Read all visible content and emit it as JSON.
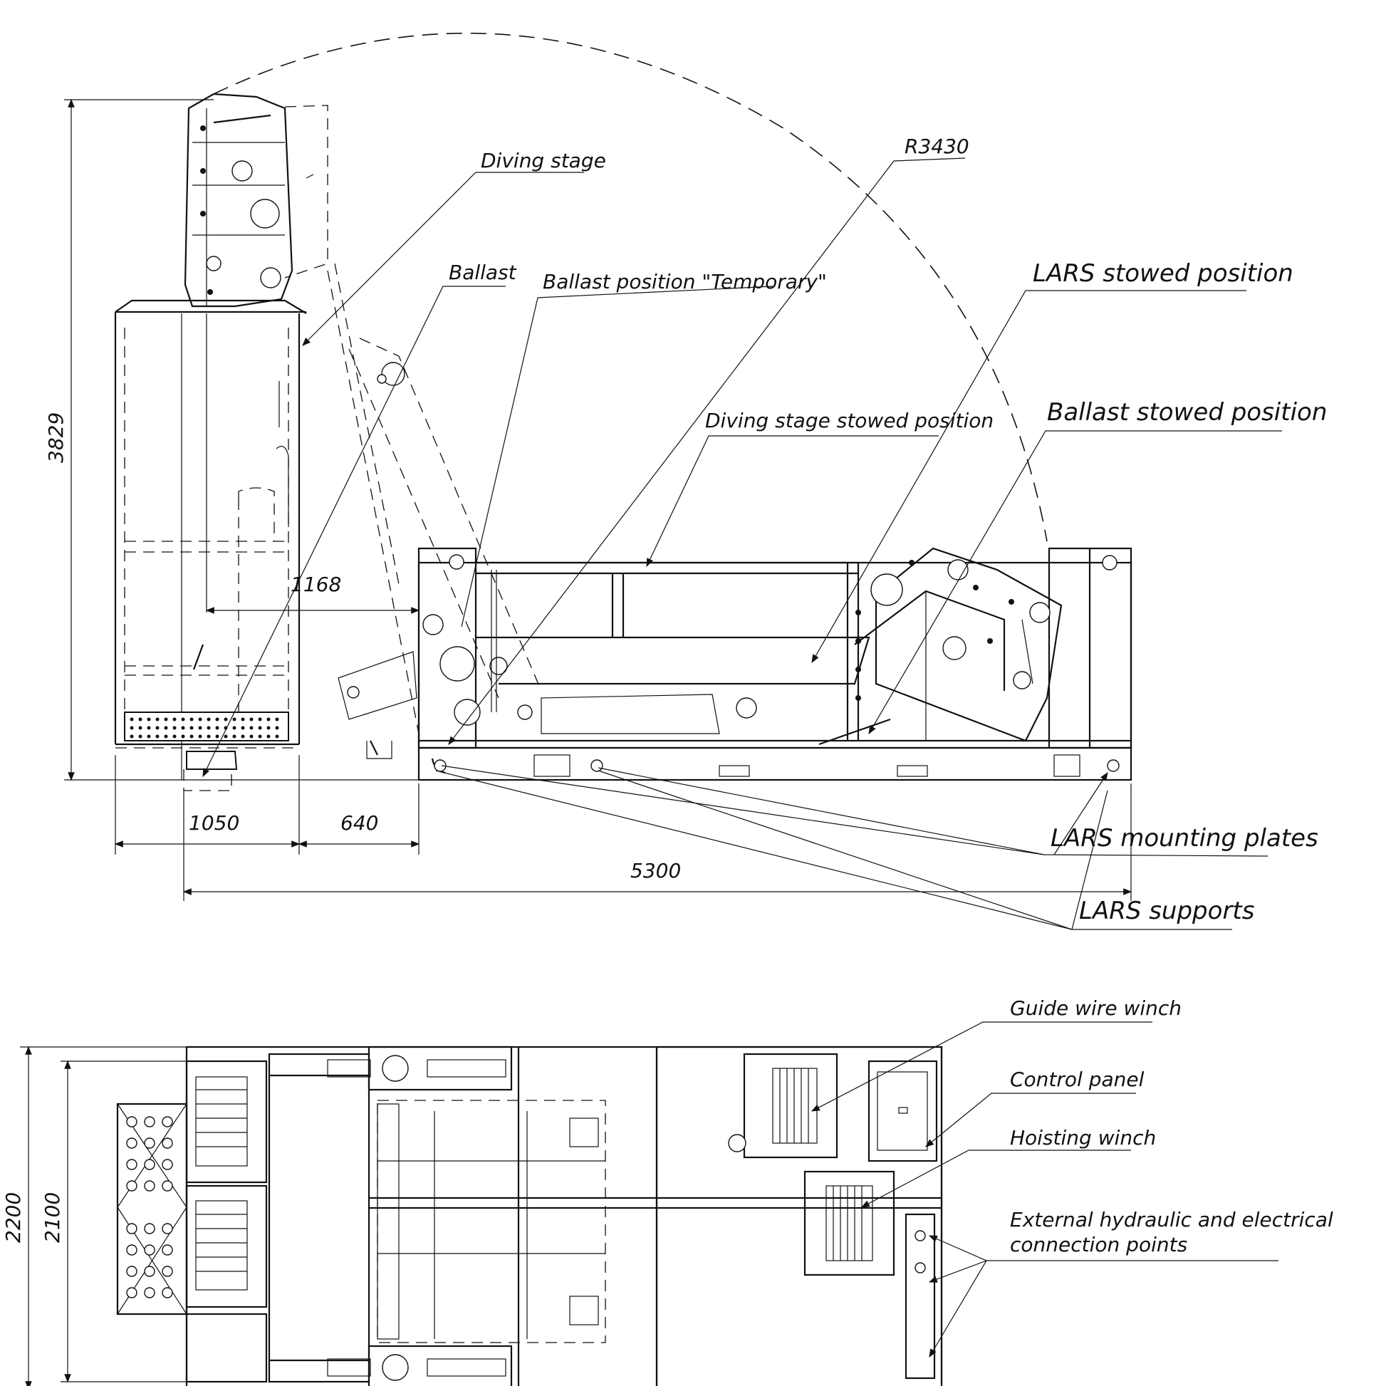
{
  "labels": {
    "diving_stage": "Diving stage",
    "r3430": "R3430",
    "ballast": "Ballast",
    "ballast_temporary": "Ballast position \"Temporary\"",
    "lars_stowed": "LARS stowed position",
    "diving_stage_stowed": "Diving stage stowed position",
    "ballast_stowed": "Ballast stowed position",
    "lars_mounting_plates": "LARS mounting plates",
    "lars_supports": "LARS supports",
    "guide_wire_winch": "Guide wire winch",
    "control_panel": "Control panel",
    "hoisting_winch": "Hoisting winch",
    "ext_connections_1": "External hydraulic and electrical",
    "ext_connections_2": "connection points"
  },
  "dimensions": {
    "height_3829": "3829",
    "d1168": "1168",
    "d1050": "1050",
    "d640": "640",
    "d5300": "5300",
    "d2200": "2200",
    "d2100": "2100"
  }
}
